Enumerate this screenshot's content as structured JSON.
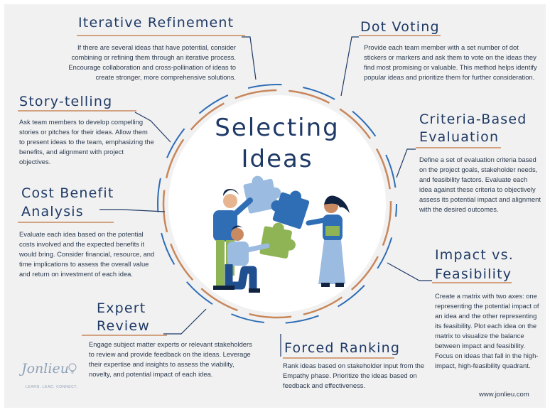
{
  "center_title": {
    "line1": "Selecting",
    "line2": "Ideas"
  },
  "topics": {
    "iterative": {
      "title": "Iterative Refinement",
      "text": "If there are several ideas that have potential, consider combining or refining them through an iterative process. Encourage collaboration and cross-pollination of ideas to create stronger, more comprehensive solutions."
    },
    "dot_voting": {
      "title": "Dot Voting",
      "text": "Provide each team member with a set number of dot stickers or markers and ask them to vote on the ideas they find most promising or valuable. This method helps identify popular ideas and prioritize them for further consideration."
    },
    "storytelling": {
      "title": "Story-telling",
      "text": "Ask team members to develop compelling stories or pitches for their ideas. Allow them to present ideas to the team, emphasizing the benefits, and alignment with project objectives."
    },
    "criteria": {
      "title_line1": "Criteria-Based",
      "title_line2": "Evaluation",
      "text": "Define a set of evaluation criteria based on the project goals, stakeholder needs, and feasibility factors. Evaluate each idea against these criteria to objectively assess its potential impact and alignment with the desired outcomes."
    },
    "cost_benefit": {
      "title_line1": "Cost Benefit",
      "title_line2": "Analysis",
      "text": "Evaluate each idea based on the potential costs involved and the expected benefits it would bring. Consider financial, resource, and time implications to assess the overall value and return on investment of each idea."
    },
    "impact": {
      "title_line1": "Impact vs.",
      "title_line2": "Feasibility",
      "text": "Create a matrix with two axes: one representing the potential impact of an idea and the other representing its feasibility. Plot each idea on the matrix to visualize the balance between impact and feasibility. Focus on ideas that fall in the high-impact, high-feasibility quadrant."
    },
    "expert": {
      "title_line1": "Expert",
      "title_line2": "Review",
      "text": "Engage subject matter experts or relevant stakeholders to review and provide feedback on the ideas. Leverage their expertise and insights to assess the viability, novelty, and potential impact of each idea."
    },
    "forced": {
      "title": "Forced Ranking",
      "text": "Rank ideas based on stakeholder input from the Empathy phase. Prioritize the ideas based on feedback and effectiveness."
    }
  },
  "logo": {
    "signature": "Jonlieu",
    "tagline": "LEARN. LEAD. CONNECT."
  },
  "footer": {
    "website": "www.jonlieu.com"
  },
  "colors": {
    "navy": "#1f3a66",
    "copper": "#c8875b",
    "blue": "#2f6db5",
    "light_blue": "#8fb3d9",
    "green": "#8fb455"
  }
}
